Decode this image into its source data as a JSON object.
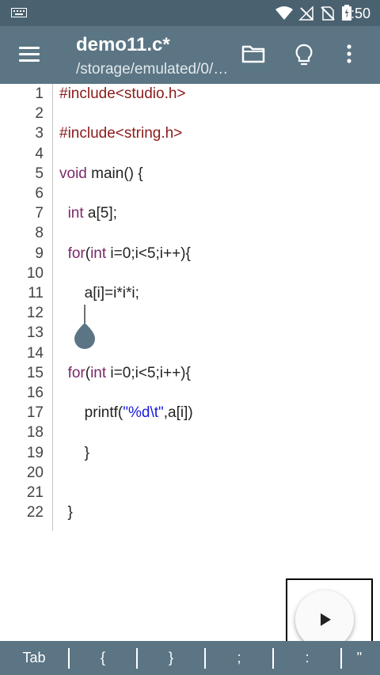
{
  "status_bar": {
    "time": "9:50",
    "icons": [
      "keyboard-icon",
      "wifi-icon",
      "no-signal-icon",
      "no-sim-icon",
      "battery-charging-icon"
    ]
  },
  "app_bar": {
    "title": "demo11.c*",
    "subtitle": "/storage/emulated/0/…",
    "icons": [
      "menu-icon",
      "folder-icon",
      "lightbulb-icon",
      "more-vert-icon"
    ]
  },
  "editor": {
    "lines": [
      {
        "num": "1",
        "segments": [
          {
            "t": "#include<studio.h>",
            "c": "pp"
          }
        ]
      },
      {
        "num": "2",
        "segments": []
      },
      {
        "num": "3",
        "segments": [
          {
            "t": "#include<string.h>",
            "c": "pp"
          }
        ]
      },
      {
        "num": "4",
        "segments": []
      },
      {
        "num": "5",
        "segments": [
          {
            "t": "void",
            "c": "kw"
          },
          {
            "t": " main() {",
            "c": ""
          }
        ]
      },
      {
        "num": "6",
        "segments": []
      },
      {
        "num": "7",
        "segments": [
          {
            "t": "  ",
            "c": ""
          },
          {
            "t": "int",
            "c": "kw"
          },
          {
            "t": " a[5];",
            "c": ""
          }
        ]
      },
      {
        "num": "8",
        "segments": []
      },
      {
        "num": "9",
        "segments": [
          {
            "t": "  ",
            "c": ""
          },
          {
            "t": "for",
            "c": "kw"
          },
          {
            "t": "(",
            "c": ""
          },
          {
            "t": "int",
            "c": "kw"
          },
          {
            "t": " i=0;i<5;i++){",
            "c": ""
          }
        ]
      },
      {
        "num": "10",
        "segments": []
      },
      {
        "num": "11",
        "segments": [
          {
            "t": "      a[i]=i*i*i;",
            "c": ""
          }
        ]
      },
      {
        "num": "12",
        "segments": []
      },
      {
        "num": "13",
        "segments": []
      },
      {
        "num": "14",
        "segments": []
      },
      {
        "num": "15",
        "segments": [
          {
            "t": "  ",
            "c": ""
          },
          {
            "t": "for",
            "c": "kw"
          },
          {
            "t": "(",
            "c": ""
          },
          {
            "t": "int",
            "c": "kw"
          },
          {
            "t": " i=0;i<5;i++){",
            "c": ""
          }
        ]
      },
      {
        "num": "16",
        "segments": []
      },
      {
        "num": "17",
        "segments": [
          {
            "t": "      printf(",
            "c": ""
          },
          {
            "t": "\"%d\\t\"",
            "c": "str"
          },
          {
            "t": ",a[i])",
            "c": ""
          }
        ]
      },
      {
        "num": "18",
        "segments": []
      },
      {
        "num": "19",
        "segments": [
          {
            "t": "      }",
            "c": ""
          }
        ]
      },
      {
        "num": "20",
        "segments": []
      },
      {
        "num": "21",
        "segments": []
      },
      {
        "num": "22",
        "segments": [
          {
            "t": "  }",
            "c": ""
          }
        ]
      }
    ]
  },
  "fab": {
    "icon": "play-icon"
  },
  "symbol_bar": {
    "keys": [
      "Tab",
      "{",
      "}",
      ";",
      ":",
      "\""
    ]
  },
  "colors": {
    "status_bar": "#4a6170",
    "app_bar": "#5b7584",
    "preprocessor": "#8b1a1a",
    "keyword": "#7b2a6a",
    "string": "#1a1ae0"
  }
}
